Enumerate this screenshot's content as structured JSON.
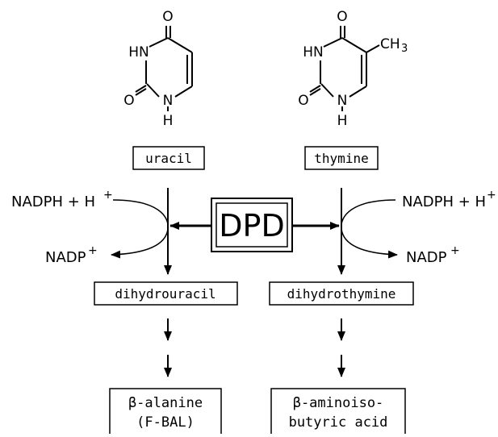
{
  "molecules": {
    "uracil": {
      "atom_o_top": "O",
      "atom_hn": "HN",
      "atom_o_left": "O",
      "atom_n": "N",
      "atom_h": "H",
      "name": "uracil"
    },
    "thymine": {
      "atom_o_top": "O",
      "atom_hn": "HN",
      "atom_o_left": "O",
      "atom_n": "N",
      "atom_h": "H",
      "substituent_ch": "CH",
      "substituent_sub": "3",
      "name": "thymine"
    }
  },
  "enzyme": "DPD",
  "cofactors": {
    "left_in": "NADPH + H",
    "left_in_charge": "+",
    "left_out": "NADP",
    "left_out_charge": "+",
    "right_in": "NADPH + H",
    "right_in_charge": "+",
    "right_out": "NADP",
    "right_out_charge": "+"
  },
  "intermediates": {
    "left": "dihydrouracil",
    "right": "dihydrothymine"
  },
  "products": {
    "left_line1": "β-alanine",
    "left_line2": "(F-BAL)",
    "right_line1": "β-aminoiso-",
    "right_line2": "butyric acid"
  }
}
